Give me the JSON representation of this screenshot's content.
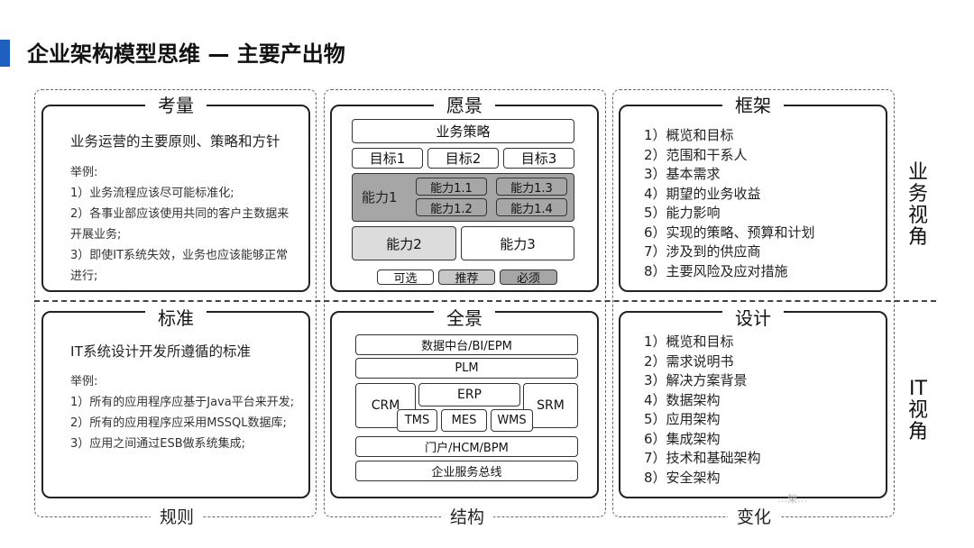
{
  "header": {
    "title": "企业架构模型思维 — 主要产出物"
  },
  "footers": {
    "left": "规则",
    "middle": "结构",
    "right": "变化"
  },
  "side_labels": {
    "business": "业务视角",
    "it": "IT视角"
  },
  "kaoliang": {
    "title": "考量",
    "lead": "业务运营的主要原则、策略和方针",
    "example_label": "举例:",
    "examples": [
      "1）业务流程应该尽可能标准化;",
      "2）各事业部应该使用共同的客户主数据来开展业务;",
      "3）即使IT系统失效，业务也应该能够正常进行;"
    ]
  },
  "yuanjing": {
    "title": "愿景",
    "strategy": "业务策略",
    "goals": [
      "目标1",
      "目标2",
      "目标3"
    ],
    "capability1": "能力1",
    "sub_capabilities": [
      "能力1.1",
      "能力1.3",
      "能力1.2",
      "能力1.4"
    ],
    "capability2": "能力2",
    "capability3": "能力3",
    "legend": [
      "可选",
      "推荐",
      "必须"
    ]
  },
  "kuangjia": {
    "title": "框架",
    "items": [
      "1）概览和目标",
      "2）范围和干系人",
      "3）基本需求",
      "4）期望的业务收益",
      "5）能力影响",
      "6）实现的策略、预算和计划",
      "7）涉及到的供应商",
      "8）主要风险及应对措施"
    ]
  },
  "biaozhun": {
    "title": "标准",
    "lead": "IT系统设计开发所遵循的标准",
    "example_label": "举例:",
    "examples": [
      "1）所有的应用程序应基于Java平台来开发;",
      "2）所有的应用程序应采用MSSQL数据库;",
      "3）应用之间通过ESB做系统集成;"
    ]
  },
  "quanjing": {
    "title": "全景",
    "layers": [
      "数据中台/BI/EPM",
      "PLM",
      "门户/HCM/BPM",
      "企业服务总线"
    ],
    "systems": {
      "crm": "CRM",
      "erp": "ERP",
      "srm": "SRM",
      "tms": "TMS",
      "mes": "MES",
      "wms": "WMS"
    }
  },
  "sheji": {
    "title": "设计",
    "items": [
      "1）概览和目标",
      "2）需求说明书",
      "3）解决方案背景",
      "4）数据架构",
      "5）应用架构",
      "6）集成架构",
      "7）技术和基础架构",
      "8）安全架构"
    ]
  },
  "watermark": "…架…"
}
